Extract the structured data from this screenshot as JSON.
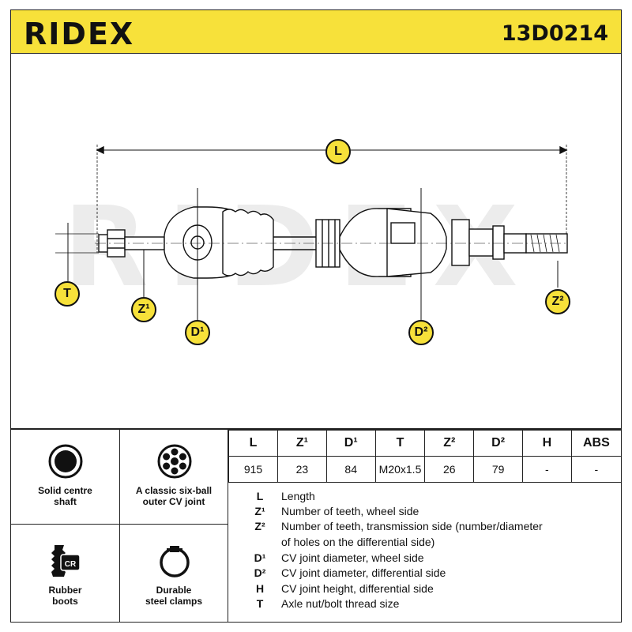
{
  "header": {
    "brand": "RIDEX",
    "part_number": "13D0214"
  },
  "watermark": "RIDEX",
  "diagram": {
    "labels": {
      "L": "L",
      "T": "T",
      "Z1": "Z¹",
      "D1": "D¹",
      "D2": "D²",
      "Z2": "Z²"
    }
  },
  "features": [
    {
      "icon": "solid-shaft-icon",
      "label_line1": "Solid centre",
      "label_line2": "shaft"
    },
    {
      "icon": "six-ball-joint-icon",
      "label_line1": "A classic six-ball",
      "label_line2": "outer CV joint"
    },
    {
      "icon": "rubber-boot-icon",
      "icon_text": "CR",
      "label_line1": "Rubber",
      "label_line2": "boots"
    },
    {
      "icon": "steel-clamp-icon",
      "label_line1": "Durable",
      "label_line2": "steel clamps"
    }
  ],
  "specs": {
    "headers": [
      "L",
      "Z¹",
      "D¹",
      "T",
      "Z²",
      "D²",
      "H",
      "ABS"
    ],
    "values": [
      "915",
      "23",
      "84",
      "M20x1.5",
      "26",
      "79",
      "-",
      "-"
    ]
  },
  "legend": [
    {
      "key": "L",
      "desc": "Length"
    },
    {
      "key": "Z¹",
      "desc": "Number of teeth, wheel side"
    },
    {
      "key": "Z²",
      "desc": "Number of teeth, transmission side (number/diameter"
    },
    {
      "key": "",
      "desc": "of holes on the differential side)"
    },
    {
      "key": "D¹",
      "desc": "CV joint diameter, wheel side"
    },
    {
      "key": "D²",
      "desc": "CV joint diameter, differential side"
    },
    {
      "key": "H",
      "desc": "CV joint height, differential side"
    },
    {
      "key": "T",
      "desc": "Axle nut/bolt thread size"
    }
  ]
}
